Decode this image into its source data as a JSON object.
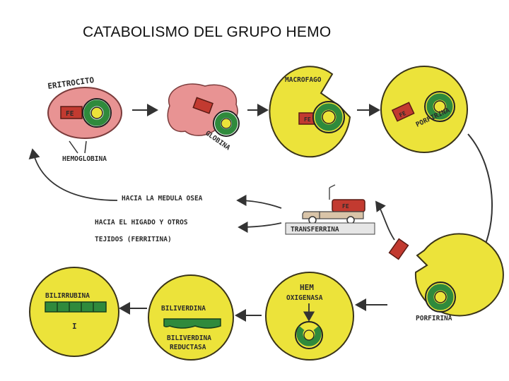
{
  "title": "CATABOLISMO DEL GRUPO HEMO",
  "labels": {
    "eritrocito": "ERITROCITO",
    "hemoglobina": "HEMOGLOBINA",
    "globina": "GLOBINA",
    "macrofago": "MACROFAGO",
    "porfirina_top": "PORFIRINA",
    "fe": "FE",
    "medula": "HACIA LA MEDULA OSEA",
    "higado_1": "HACIA EL HIGADO Y OTROS",
    "higado_2": "TEJIDOS (FERRITINA)",
    "transferrina": "TRANSFERRINA",
    "porfirina_bottom": "PORFIRINA",
    "hem_1": "HEM",
    "hem_2": "OXIGENASA",
    "biliverdina": "BILIVERDINA",
    "biliverdina_red_1": "BILIVERDINA",
    "biliverdina_red_2": "REDUCTASA",
    "bilirrubina": "BILIRRUBINA",
    "bilirrubina_num": "I"
  },
  "colors": {
    "cell_yellow": "#ece33a",
    "cell_outline": "#3a3418",
    "erythrocyte_pink": "#e89393",
    "ring_green": "#2f8a3c",
    "iron_red": "#c23a30",
    "arrow": "#333333"
  }
}
